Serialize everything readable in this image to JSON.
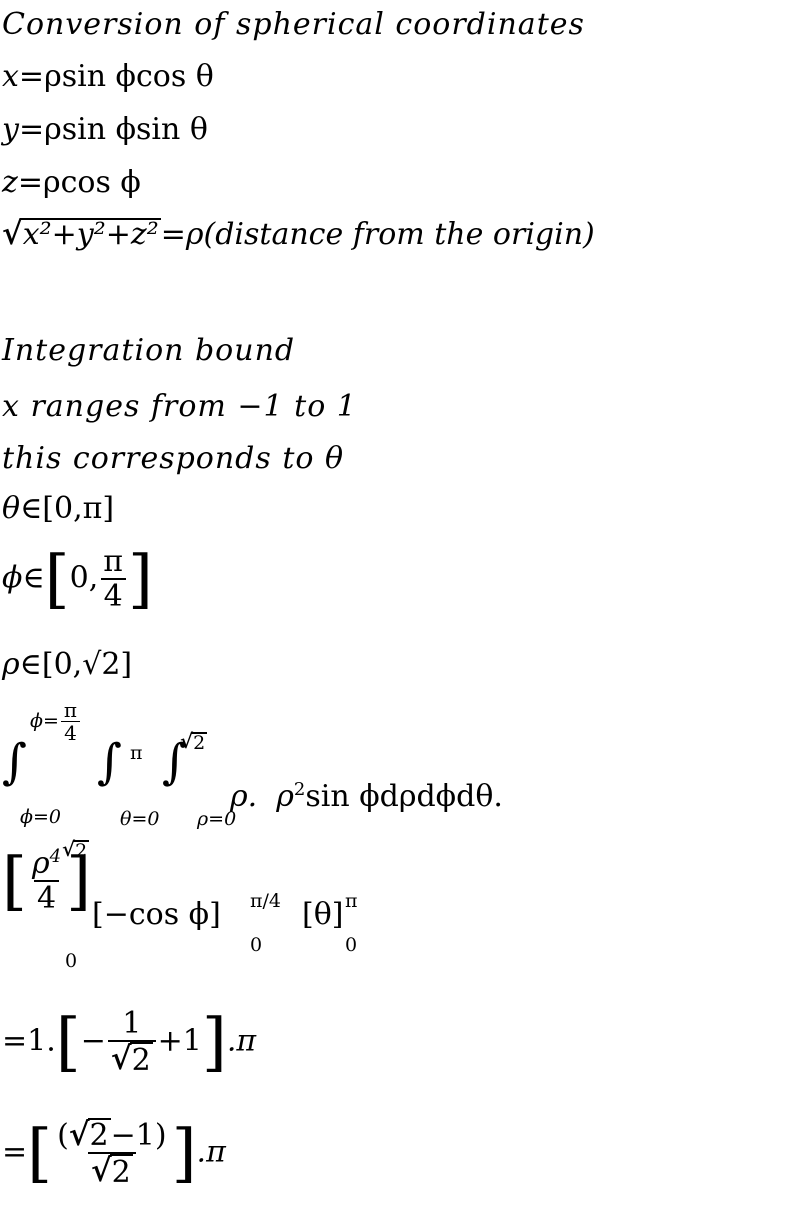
{
  "section1": {
    "title": "Conversion of spherical coordinates",
    "eq_x": {
      "lhs": "x",
      "rhs": "ρsin ϕcos θ"
    },
    "eq_y": {
      "lhs": "y",
      "rhs": "ρsin ϕsin θ"
    },
    "eq_z": {
      "lhs": "z",
      "rhs": "ρcos ϕ"
    },
    "eq_rho": {
      "radicand": "x²+y²+z²",
      "rhs": "ρ(distance from the origin)"
    }
  },
  "section2": {
    "title": "Integration bound",
    "line1": "x ranges from −1 to 1",
    "line2": "this corresponds to θ",
    "theta_range": {
      "var": "θ",
      "lower": "0",
      "upper": "π"
    },
    "phi_range": {
      "var": "ϕ",
      "lower": "0",
      "upper_num": "π",
      "upper_den": "4"
    },
    "rho_range": {
      "var": "ρ",
      "lower": "0",
      "upper": "√2"
    }
  },
  "integral": {
    "phi_lower": "ϕ=0",
    "phi_upper_var": "ϕ=",
    "phi_upper_num": "π",
    "phi_upper_den": "4",
    "theta_lower": "θ=0",
    "theta_upper": "π",
    "rho_lower": "ρ=0",
    "rho_upper": "2",
    "integrand": "ρ.  ρ",
    "integrand_exp": "2",
    "integrand_rest": "sin ϕdρdϕdθ."
  },
  "evaluated": {
    "rho_term_num": "ρ",
    "rho_term_exp": "4",
    "rho_term_den": "4",
    "rho_upper": "2",
    "rho_lower": "0",
    "phi_term": "[−cos ϕ]",
    "phi_upper": "π/4",
    "phi_lower": "0",
    "theta_term": "[θ]",
    "theta_upper": "π",
    "theta_lower": "0"
  },
  "result1": {
    "prefix": "=1.",
    "minus": "−",
    "num": "1",
    "den": "2",
    "plus": "+1",
    "suffix": ".π"
  },
  "result2": {
    "prefix": "=",
    "num_open": "(",
    "num_rad": "2",
    "num_rest": "−1)",
    "den": "2",
    "suffix": ".π"
  }
}
